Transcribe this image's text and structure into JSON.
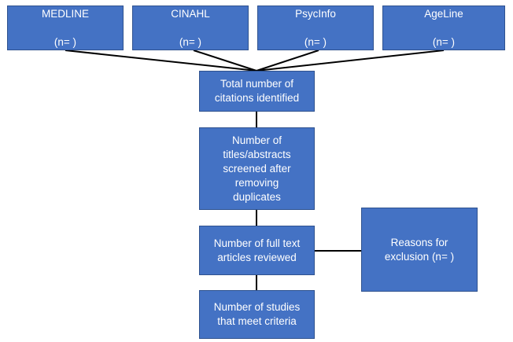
{
  "colors": {
    "box_fill": "#4472C4",
    "box_border": "#2F528F",
    "box_text": "#FFFFFF",
    "connector": "#000000"
  },
  "sources": [
    {
      "name": "MEDLINE",
      "count": "(n= )"
    },
    {
      "name": "CINAHL",
      "count": "(n= )"
    },
    {
      "name": "PsycInfo",
      "count": "(n= )"
    },
    {
      "name": "AgeLine",
      "count": "(n= )"
    }
  ],
  "steps": {
    "total_citations": "Total number of\ncitations identified",
    "screened": "Number of\ntitles/abstracts\nscreened after\nremoving\nduplicates",
    "full_text": "Number of full text\narticles reviewed",
    "exclusion": "Reasons for\nexclusion (n= )",
    "final": "Number of studies\nthat meet criteria"
  }
}
